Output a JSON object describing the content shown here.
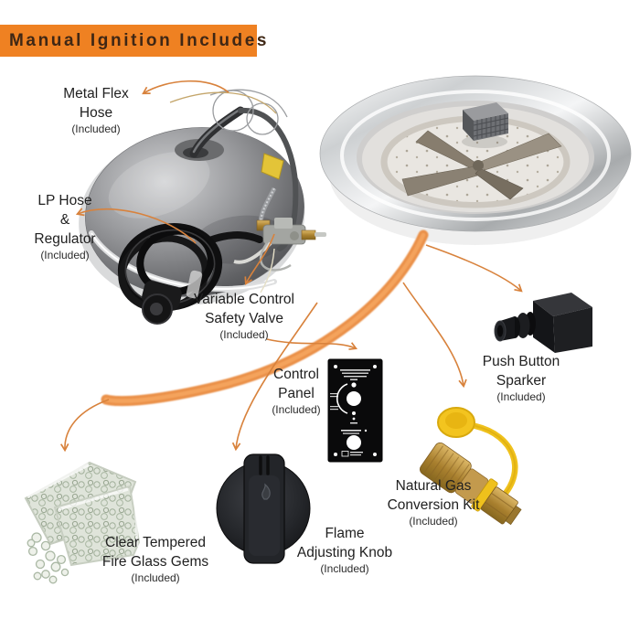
{
  "header": {
    "title": "Manual Ignition Includes",
    "banner_color": "#EF8122",
    "banner_text_color": "#3F2715"
  },
  "labels": {
    "metal_flex": {
      "lines": [
        "Metal Flex",
        "Hose"
      ],
      "included": "(Included)"
    },
    "lp_hose": {
      "lines": [
        "LP Hose",
        "&",
        "Regulator"
      ],
      "included": "(Included)"
    },
    "safety_valve": {
      "lines": [
        "Variable Control",
        "Safety Valve"
      ],
      "included": "(Included)"
    },
    "control_panel": {
      "lines": [
        "Control",
        "Panel"
      ],
      "included": "(Included)"
    },
    "sparker": {
      "lines": [
        "Push Button",
        "Sparker"
      ],
      "included": "(Included)"
    },
    "ng_kit": {
      "lines": [
        "Natural Gas",
        "Conversion Kit"
      ],
      "included": "(Included)"
    },
    "glass_gems": {
      "lines": [
        "Clear Tempered",
        "Fire Glass Gems"
      ],
      "included": "(Included)"
    },
    "flame_knob": {
      "lines": [
        "Flame",
        "Adjusting Knob"
      ],
      "included": "(Included)"
    }
  },
  "images": [
    "fire-pit-cover-with-flex-hose-image",
    "stainless-burner-pan-image",
    "lp-hose-coil-regulator-image",
    "variable-control-safety-valve-image",
    "control-panel-image",
    "push-button-sparker-image",
    "natural-gas-conversion-kit-image",
    "fire-glass-gems-bags-image",
    "flame-adjusting-knob-image"
  ],
  "colors": {
    "arrow": "#D8823C",
    "swoosh": "#E98A3E",
    "background": "#FFFFFF",
    "label_text": "#212121",
    "ng_kit_yellow": "#F3C41F",
    "brass": "#B98F3F"
  }
}
